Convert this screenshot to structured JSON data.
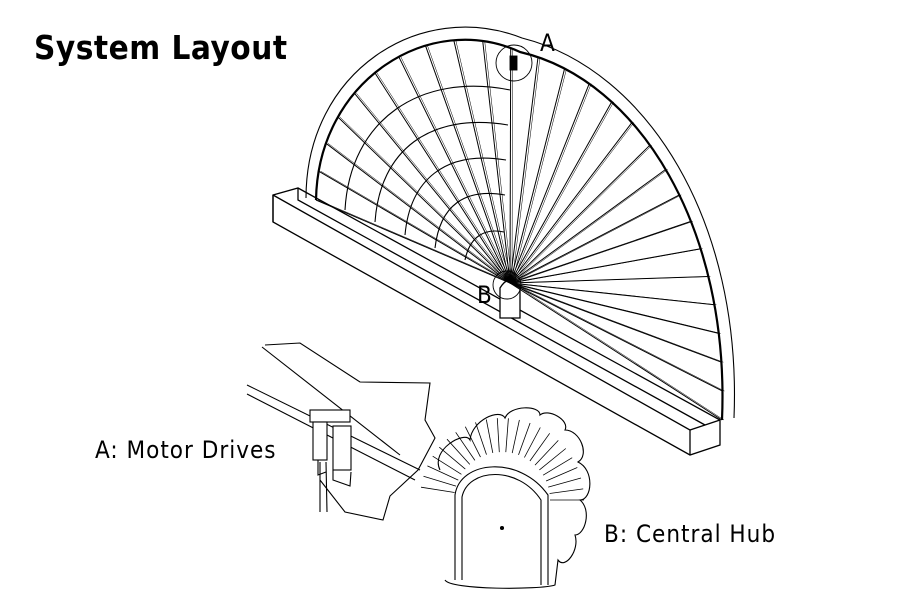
{
  "title": "System Layout",
  "callouts": {
    "a": "A",
    "b": "B"
  },
  "details": {
    "motor_label": "A: Motor Drives",
    "hub_label": "B: Central Hub"
  }
}
